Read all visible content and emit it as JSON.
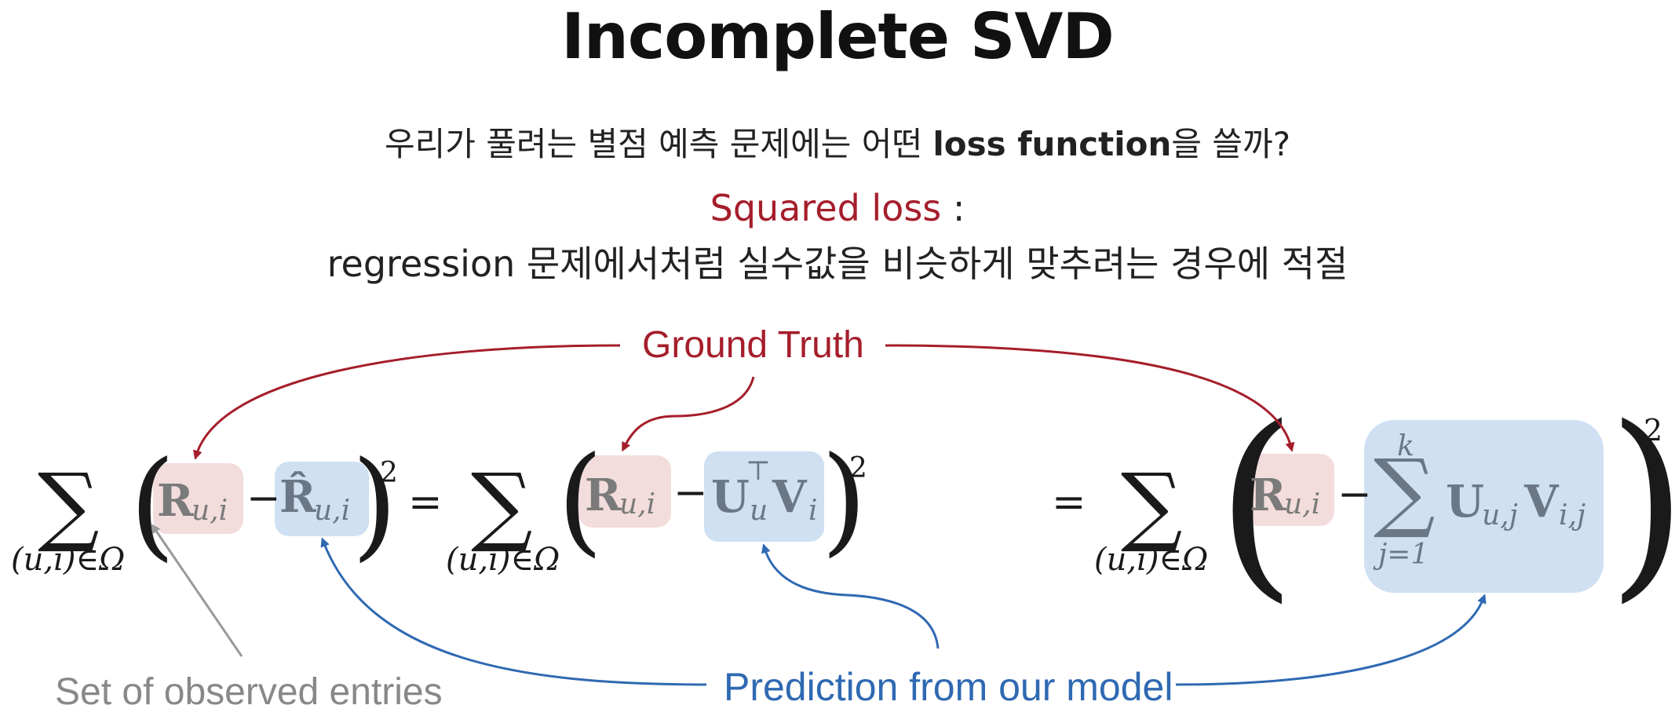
{
  "title": "Incomplete SVD",
  "question": {
    "prefix": "우리가 풀려는 별점 예측 문제에는 어떤 ",
    "bold": "loss function",
    "suffix": "을 쓸까?"
  },
  "squared_loss": {
    "label": "Squared loss",
    "colon": ":",
    "description": "regression 문제에서처럼 실수값을 비슷하게 맞추려는 경우에 적절"
  },
  "annotations": {
    "ground_truth": "Ground Truth",
    "prediction": "Prediction from our model",
    "observed": "Set of observed entries"
  },
  "equation": {
    "sum_symbol": "∑",
    "sum_index": "(u,i)∈Ω",
    "r": "R",
    "r_sub": "u,i",
    "r_hat": "R̂",
    "minus": "−",
    "equals": "=",
    "square": "2",
    "open_paren": "(",
    "close_paren": ")",
    "u": "U",
    "u_sup": "⊤",
    "u_sub": "u",
    "v": "V",
    "v_sub": "i",
    "inner_sum_top": "k",
    "inner_sum_bottom": "j=1",
    "u_sub_j": "u,j",
    "v_sub_j": "i,j"
  },
  "colors": {
    "ground_truth": "#a51e2b",
    "prediction": "#2f69b2",
    "observed": "#888888",
    "pink_box": "#f3dcdc",
    "blue_box": "#cfe0f2"
  }
}
